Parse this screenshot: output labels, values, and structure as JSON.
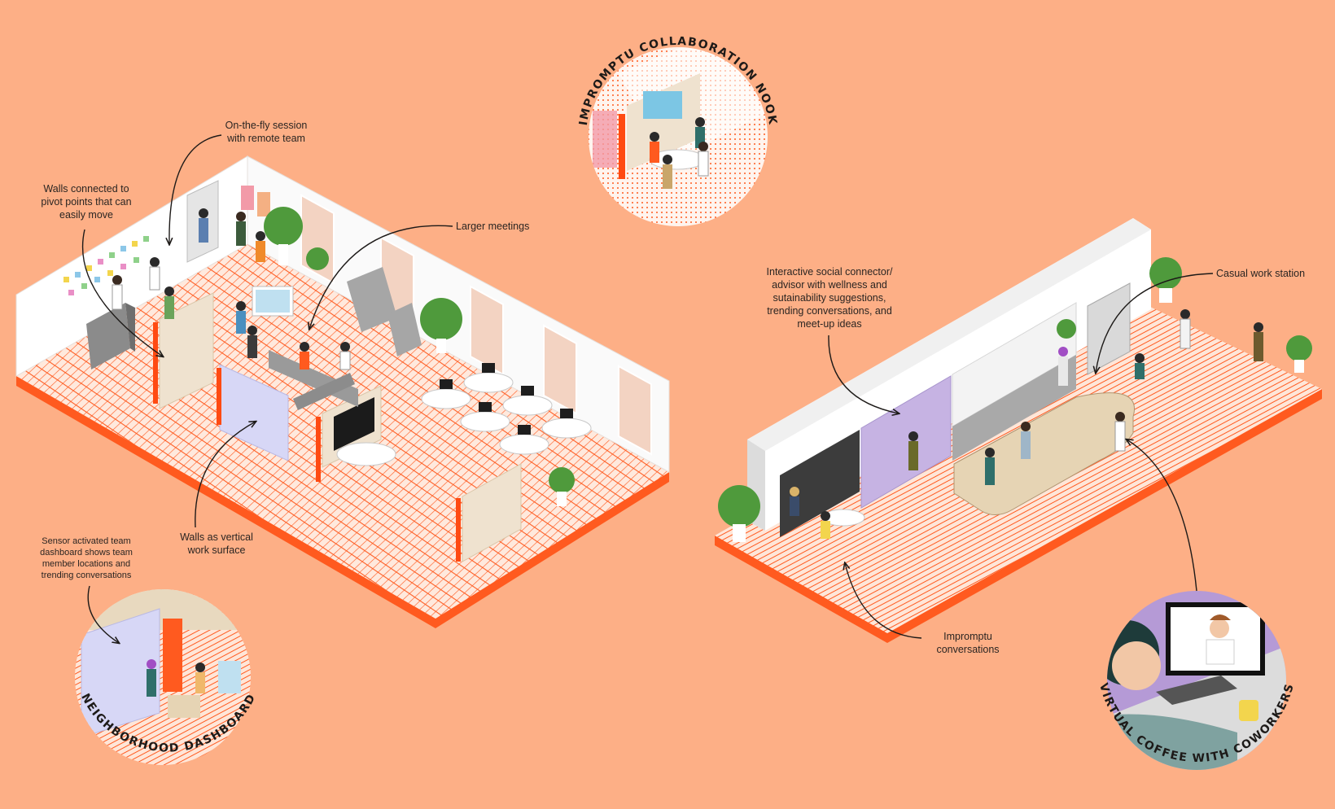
{
  "colors": {
    "background": "#fdaf86",
    "floor": "#ff5a1f",
    "wall": "#ffffff",
    "accent_purple": "#c6b3e3",
    "plant_green": "#4f9a3c"
  },
  "annotations": {
    "on_the_fly": "On-the-fly session\nwith remote team",
    "walls_pivot": "Walls connected to\npivot points that can\neasily move",
    "larger_meetings": "Larger meetings",
    "walls_vertical": "Walls as vertical\nwork surface",
    "sensor_dashboard": "Sensor activated team\ndashboard shows team\nmember locations and\ntrending conversations",
    "social_connector": "Interactive social connector/\nadvisor with wellness and\nsutainability suggestions,\ntrending conversations, and\nmeet-up ideas",
    "casual_station": "Casual work station",
    "impromptu_conversations": "Impromptu\nconversations"
  },
  "vignettes": {
    "collaboration_nook": "IMPROMPTU COLLABORATION NOOK",
    "neighborhood_dashboard": "NEIGHBORHOOD DASHBOARD",
    "virtual_coffee": "VIRTUAL COFFEE WITH COWORKERS"
  }
}
